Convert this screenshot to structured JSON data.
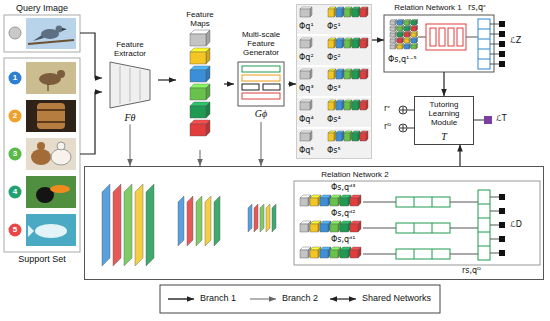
{
  "diagram": {
    "nodes": [
      {
        "text": [
          "Query Image"
        ]
      },
      {
        "text": [
          "Support Set"
        ]
      },
      {
        "text": [
          "1"
        ],
        "in": 1
      },
      {
        "text": [
          "2"
        ],
        "in": 1
      },
      {
        "text": [
          "3"
        ],
        "in": 1
      },
      {
        "text": [
          "4"
        ],
        "in": 1
      },
      {
        "text": [
          "5"
        ],
        "in": 1
      },
      {
        "text": [
          "Feature Extractor",
          "Fθ"
        ]
      },
      {
        "text": [
          "Feature Maps"
        ]
      },
      {
        "text": [
          "Multi-scale Feature Generator",
          "Gϕ"
        ]
      },
      {
        "text": [
          "Φq¹",
          "Φs¹",
          "Φq²",
          "Φs²",
          "Φq³",
          "Φs³",
          "Φq⁴",
          "Φs⁴",
          "Φq⁵",
          "Φs⁵"
        ]
      },
      {
        "text": [
          "Relation Network 1",
          "Φs,q¹⁻⁵"
        ]
      },
      {
        "text": [
          "Tutoring Learning Module",
          "T"
        ]
      },
      {
        "text": [
          "Relation Network 2",
          "Φs,qᵈ³",
          "Φs,qᵈ²",
          "Φs,qᵈ¹"
        ]
      }
    ],
    "edges": [
      {
        "from": 0,
        "to": 7,
        "arrow": "to"
      },
      {
        "from": 1,
        "to": 7,
        "arrow": "to"
      },
      {
        "from": 7,
        "to": 8,
        "arrow": "to"
      },
      {
        "from": 8,
        "to": 9,
        "arrow": "to"
      },
      {
        "from": 9,
        "to": 10,
        "arrow": "to"
      },
      {
        "from": 10,
        "to": 11,
        "arrow": "to"
      },
      {
        "from": 11,
        "to": 12,
        "arrow": "to"
      },
      {
        "from": 13,
        "to": 12,
        "arrow": "to"
      },
      {
        "from": 7,
        "to": 13,
        "arrow": "to"
      },
      {
        "from": 8,
        "to": 13,
        "arrow": "to"
      },
      {
        "from": 9,
        "to": 13,
        "arrow": "to"
      }
    ],
    "labels": [
      "rs,qᶻ",
      "ℒZ",
      "rᶻ",
      "rᴰ",
      "ℒT",
      "rs,qᴰ",
      "ℒD"
    ],
    "legend": [
      {
        "text": "Branch 1"
      },
      {
        "text": "Branch 2"
      },
      {
        "text": "Shared Networks"
      }
    ]
  }
}
